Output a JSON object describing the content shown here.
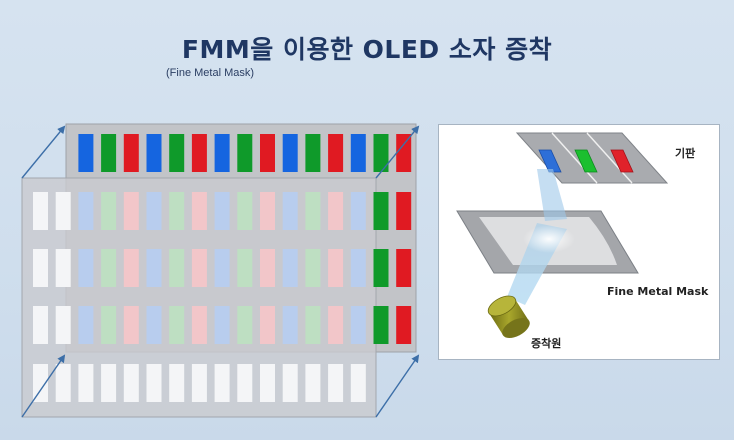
{
  "title": "FMM을 이용한 OLED 소자 증착",
  "subtitle": "(Fine Metal Mask)",
  "colors": {
    "blue": "#1565e0",
    "green": "#0f9a2a",
    "red": "#e01a22",
    "blue_faded": "#b8cdee",
    "green_faded": "#bedfc2",
    "red_faded": "#f2c6c9",
    "slot_white": "#f4f5f7",
    "arrow": "#3d6fa8"
  },
  "mask_array": {
    "top_row_pattern": [
      "blue",
      "green",
      "red",
      "blue",
      "green",
      "red",
      "blue",
      "green",
      "red",
      "blue",
      "green",
      "red",
      "blue",
      "green",
      "red"
    ],
    "row_prefix": [
      "white",
      "white"
    ],
    "row_pattern": [
      "blue",
      "green",
      "red",
      "blue",
      "green",
      "red",
      "blue",
      "green",
      "red",
      "blue",
      "green",
      "red",
      "blue"
    ],
    "row_suffix": [
      "green",
      "red"
    ],
    "middle_rows": 3,
    "bottom_row_slots": 15
  },
  "right_panel": {
    "substrate_label": "기판",
    "mask_label": "Fine Metal Mask",
    "source_label": "증착원",
    "substrate_pixels": [
      "blue",
      "green",
      "red"
    ]
  }
}
